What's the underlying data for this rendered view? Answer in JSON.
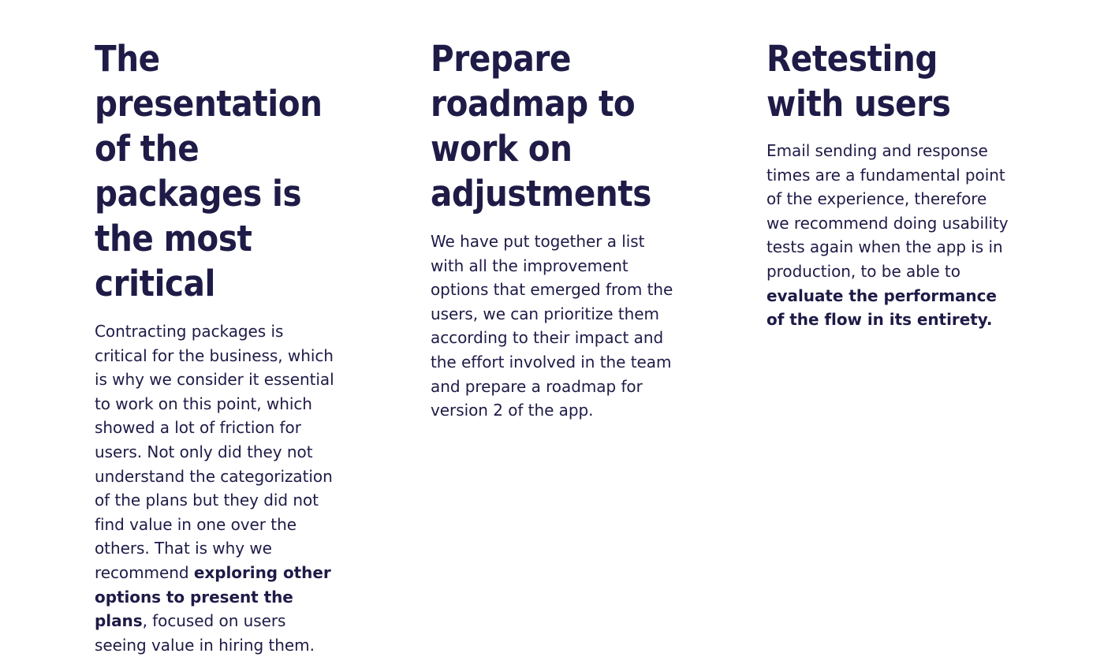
{
  "page": {
    "background_color": "#ffffff",
    "text_color": "#1e1b47",
    "layout": "three-column-text"
  },
  "columns": [
    {
      "id": "presentation-of-packages",
      "heading": "The presentation of the packages is the most critical",
      "body": {
        "lead": "Contracting packages is critical for the business, which is why we consider it essential to work on this point, which showed a lot of friction for users. Not only did they not understand the categorization of the plans but they did not find value in one over the others. That is why we recommend ",
        "emphasis": "exploring other options to present the plans",
        "tail": ", focused on users seeing value in hiring them."
      }
    },
    {
      "id": "prepare-roadmap",
      "heading": "Prepare roadmap to work on adjustments",
      "body": {
        "lead": "We have put together a list with all the improvement options that emerged from the users, we can prioritize them according to their impact and the effort involved in the team and prepare a roadmap for version 2 of the app.",
        "emphasis": "",
        "tail": ""
      }
    },
    {
      "id": "retesting-with-users",
      "heading": "Retesting with users",
      "body": {
        "lead": "Email sending and response times are a fundamental point of the experience, therefore we recommend doing usability tests again when the app is in production, to be able to ",
        "emphasis": "evaluate the performance of the flow in its entirety.",
        "tail": ""
      }
    }
  ]
}
